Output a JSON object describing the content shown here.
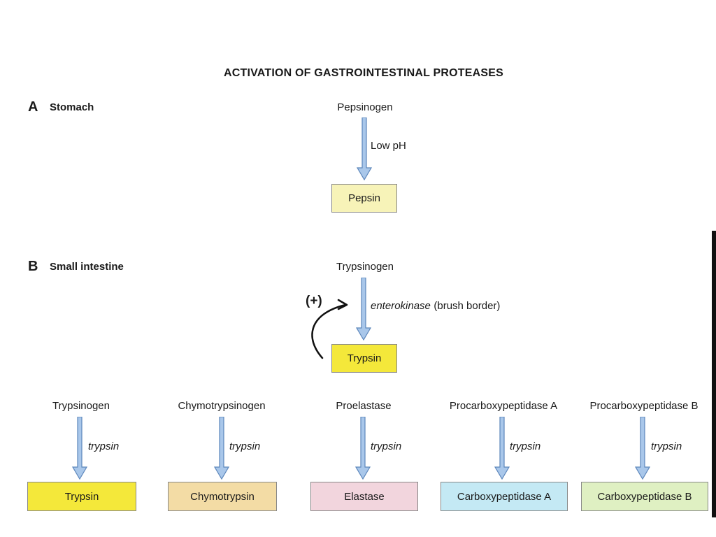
{
  "title": "ACTIVATION OF GASTROINTESTINAL PROTEASES",
  "sectionA": {
    "letter": "A",
    "label": "Stomach",
    "precursor": "Pepsinogen",
    "condition": "Low pH",
    "product": "Pepsin"
  },
  "sectionB": {
    "letter": "B",
    "label": "Small intestine",
    "precursor": "Trypsinogen",
    "enzyme": "enterokinase",
    "enzyme_note": "(brush border)",
    "product": "Trypsin",
    "feedback": "(+)"
  },
  "cascade": [
    {
      "precursor": "Trypsinogen",
      "enzyme": "trypsin",
      "product": "Trypsin"
    },
    {
      "precursor": "Chymotrypsinogen",
      "enzyme": "trypsin",
      "product": "Chymotrypsin"
    },
    {
      "precursor": "Proelastase",
      "enzyme": "trypsin",
      "product": "Elastase"
    },
    {
      "precursor": "Procarboxypeptidase A",
      "enzyme": "trypsin",
      "product": "Carboxypeptidase A"
    },
    {
      "precursor": "Procarboxypeptidase B",
      "enzyme": "trypsin",
      "product": "Carboxypeptidase B"
    }
  ],
  "colors": {
    "pepsin": "#f7f3b8",
    "trypsin": "#f4e83a",
    "chymotrypsin": "#f3dca5",
    "elastase": "#f2d5dd",
    "carboxypeptidase_a": "#c4e9f4",
    "carboxypeptidase_b": "#dff0c2",
    "arrow_fill": "#a9c7ea",
    "arrow_stroke": "#5c86bb"
  }
}
